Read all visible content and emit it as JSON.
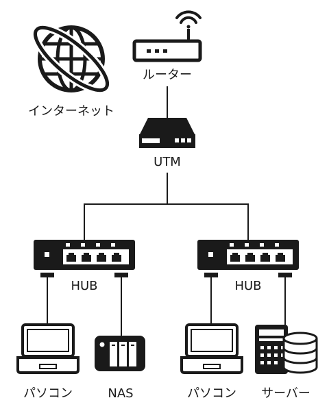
{
  "diagram": {
    "colors": {
      "ink": "#1a1a1a",
      "background": "#ffffff"
    },
    "nodes": {
      "internet": {
        "label": "インターネット",
        "icon": "globe-icon"
      },
      "router": {
        "label": "ルーター",
        "icon": "wifi-router-icon"
      },
      "utm": {
        "label": "UTM",
        "icon": "utm-appliance-icon"
      },
      "hub_left": {
        "label": "HUB",
        "icon": "network-switch-icon"
      },
      "hub_right": {
        "label": "HUB",
        "icon": "network-switch-icon"
      },
      "pc_left": {
        "label": "パソコン",
        "icon": "laptop-icon"
      },
      "nas": {
        "label": "NAS",
        "icon": "nas-icon"
      },
      "pc_right": {
        "label": "パソコン",
        "icon": "laptop-icon"
      },
      "server": {
        "label": "サーバー",
        "icon": "server-database-icon"
      }
    }
  }
}
